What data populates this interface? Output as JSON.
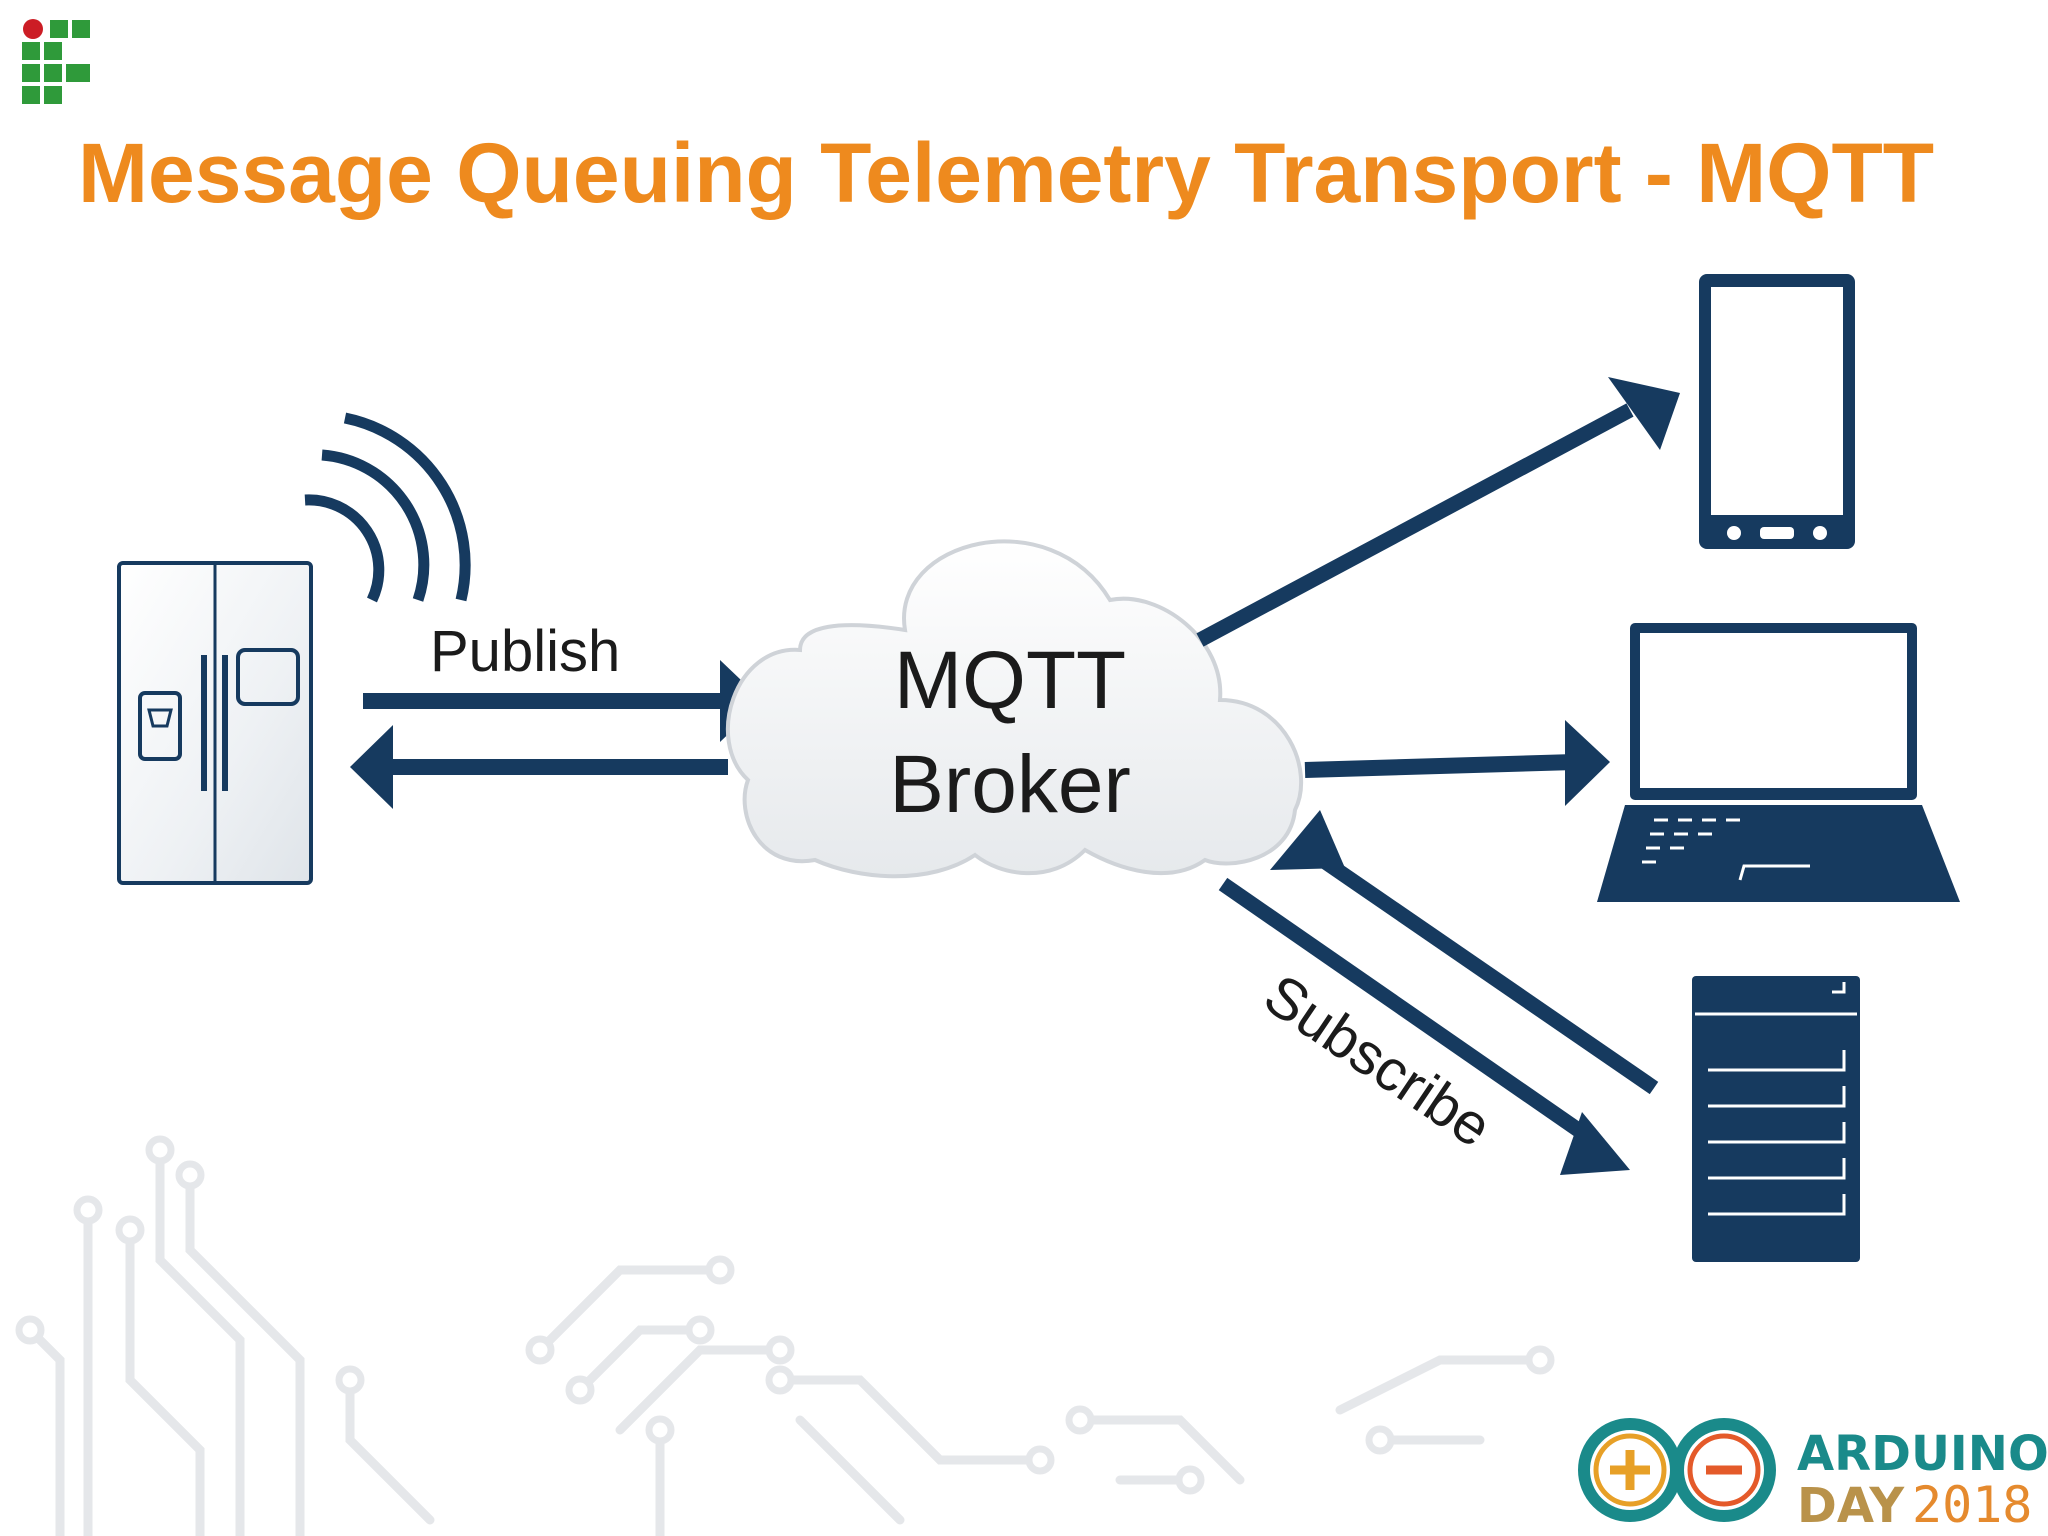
{
  "slide": {
    "title": "Message Queuing Telemetry Transport - MQTT"
  },
  "diagram": {
    "publish_label": "Publish",
    "subscribe_label": "Subscribe",
    "broker_line1": "MQTT",
    "broker_line2": "Broker",
    "nodes": [
      "fridge-icon",
      "cloud-broker",
      "smartphone-icon",
      "laptop-icon",
      "server-icon"
    ]
  },
  "branding": {
    "arduino_word": "ARDUINO",
    "day_word": "DAY",
    "year": "2018"
  },
  "colors": {
    "title": "#ee8a1e",
    "arrow": "#163a5f",
    "logo_green": "#2f9a3a",
    "logo_red": "#cc1d25",
    "arduino_teal": "#1a8a8a"
  }
}
